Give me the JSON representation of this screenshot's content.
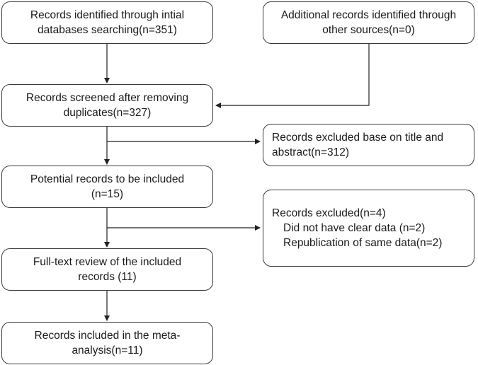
{
  "boxes": {
    "identified": {
      "lines": [
        "Records identified through intial",
        "databases searching(n=351)"
      ]
    },
    "additional": {
      "lines": [
        "Additional records identified through",
        "other sources(n=0)"
      ]
    },
    "screened": {
      "lines": [
        "Records screened after removing",
        "duplicates(n=327)"
      ]
    },
    "excluded_title": {
      "lines": [
        "Records excluded base on title and",
        "abstract(n=312)"
      ]
    },
    "potential": {
      "lines": [
        "Potential records to be included",
        "(n=15)"
      ]
    },
    "excluded_full": {
      "heading": "Records excluded(n=4)",
      "items": [
        "Did not have clear data (n=2)",
        "Republication of same data(n=2)"
      ]
    },
    "fulltext": {
      "lines": [
        "Full-text review of the included",
        "records (11)"
      ]
    },
    "included": {
      "lines": [
        "Records included in the meta-",
        "analysis(n=11)"
      ]
    }
  },
  "colors": {
    "stroke": "#3a3a3a",
    "background": "#ffffff",
    "text": "#1a1a1a"
  }
}
